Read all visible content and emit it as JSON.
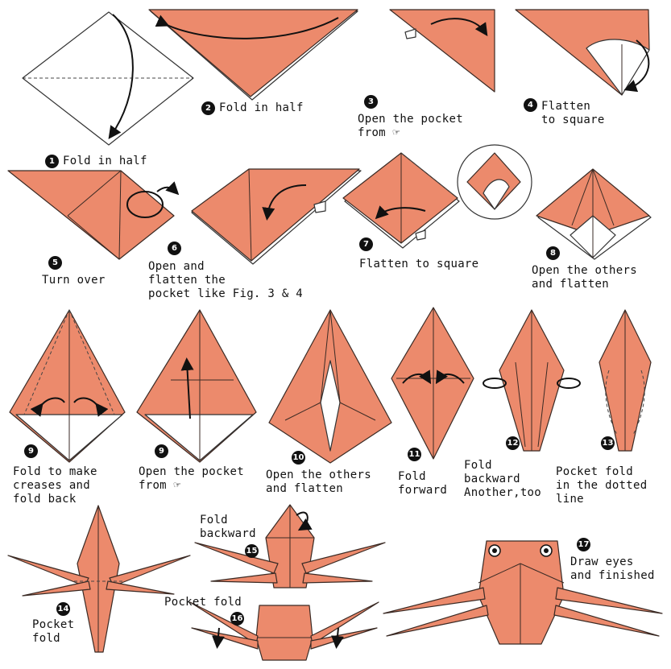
{
  "colors": {
    "paper": "#ec8a6c",
    "outline": "#3a2a24",
    "back": "#ffffff"
  },
  "steps": [
    {
      "num": "1",
      "text": "Fold in half"
    },
    {
      "num": "2",
      "text": "Fold in half"
    },
    {
      "num": "3",
      "text": "Open the pocket\nfrom ☞"
    },
    {
      "num": "4",
      "text": "Flatten\nto square"
    },
    {
      "num": "5",
      "text": "Turn over"
    },
    {
      "num": "6",
      "text": "Open and\nflatten the\npocket like Fig. 3 & 4"
    },
    {
      "num": "7",
      "text": "Flatten to square"
    },
    {
      "num": "8",
      "text": "Open the others\nand flatten"
    },
    {
      "num": "9",
      "text": "Fold to make\ncreases and\nfold back"
    },
    {
      "num": "9",
      "text": "Open the pocket\nfrom ☞"
    },
    {
      "num": "10",
      "text": "Open the others\nand flatten"
    },
    {
      "num": "11",
      "text": "Fold\nforward"
    },
    {
      "num": "12",
      "text": "Fold\nbackward\nAnother,too"
    },
    {
      "num": "13",
      "text": "Pocket fold\nin the dotted\nline"
    },
    {
      "num": "14",
      "text": "Pocket\nfold"
    },
    {
      "num": "15",
      "text": "Fold\nbackward"
    },
    {
      "num": "16",
      "text": "Pocket fold"
    },
    {
      "num": "17",
      "text": "Draw eyes\nand finished"
    }
  ]
}
